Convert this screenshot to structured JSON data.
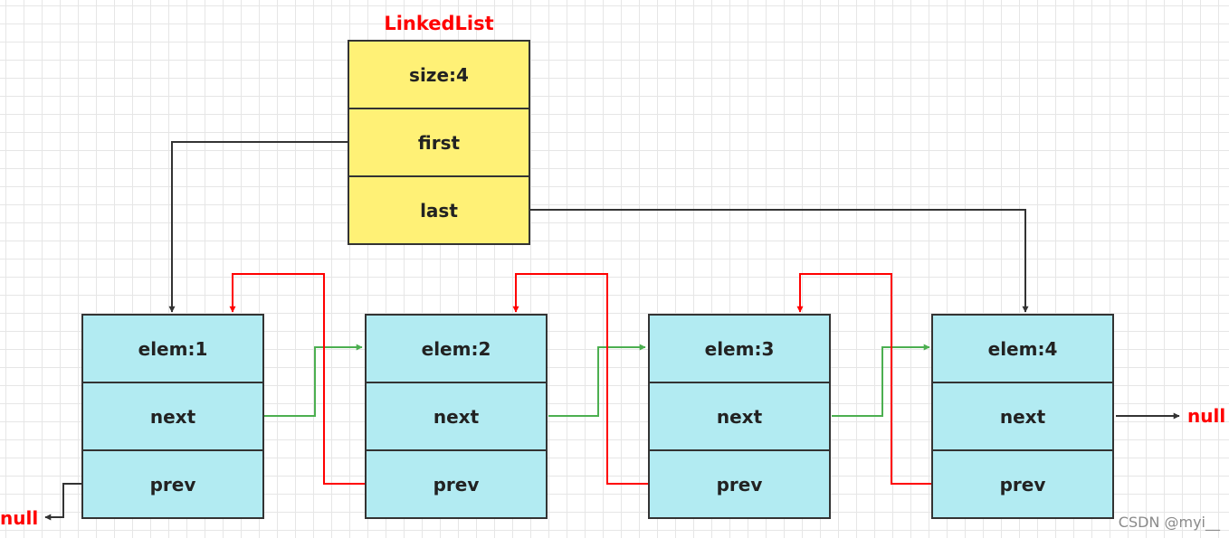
{
  "linked_list": {
    "title": "LinkedList",
    "fields": [
      "size:4",
      "first",
      "last"
    ]
  },
  "nodes": [
    {
      "elem": "elem:1",
      "next": "next",
      "prev": "prev"
    },
    {
      "elem": "elem:2",
      "next": "next",
      "prev": "prev"
    },
    {
      "elem": "elem:3",
      "next": "next",
      "prev": "prev"
    },
    {
      "elem": "elem:4",
      "next": "next",
      "prev": "prev"
    }
  ],
  "null_labels": {
    "head_prev": "null",
    "tail_next": "null"
  },
  "watermark": "CSDN @myi__",
  "colors": {
    "list_fill": "#fff176",
    "node_fill": "#b2ebf2",
    "next_arrow": "#4caf50",
    "prev_arrow": "#ff0000",
    "pointer_arrow": "#333333",
    "null_text": "#ff0000"
  }
}
